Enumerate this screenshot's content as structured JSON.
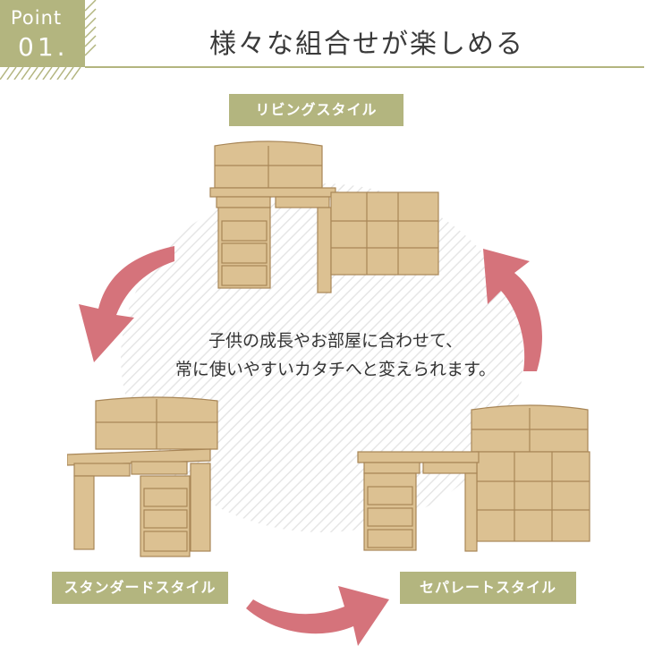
{
  "badge": {
    "line1": "Point",
    "line2": "01."
  },
  "title": "様々な組合せが楽しめる",
  "labels": {
    "living": "リビングスタイル",
    "standard": "スタンダードスタイル",
    "separate": "セパレートスタイル"
  },
  "center": {
    "line1": "子供の成長やお部屋に合わせて、",
    "line2": "常に使いやすいカタチへと変えられます。"
  },
  "colors": {
    "accent": "#b3b57f",
    "arrow": "#d5737b",
    "wood": "#d9bc8c"
  },
  "icons": [
    "cycle-arrow-icon"
  ]
}
